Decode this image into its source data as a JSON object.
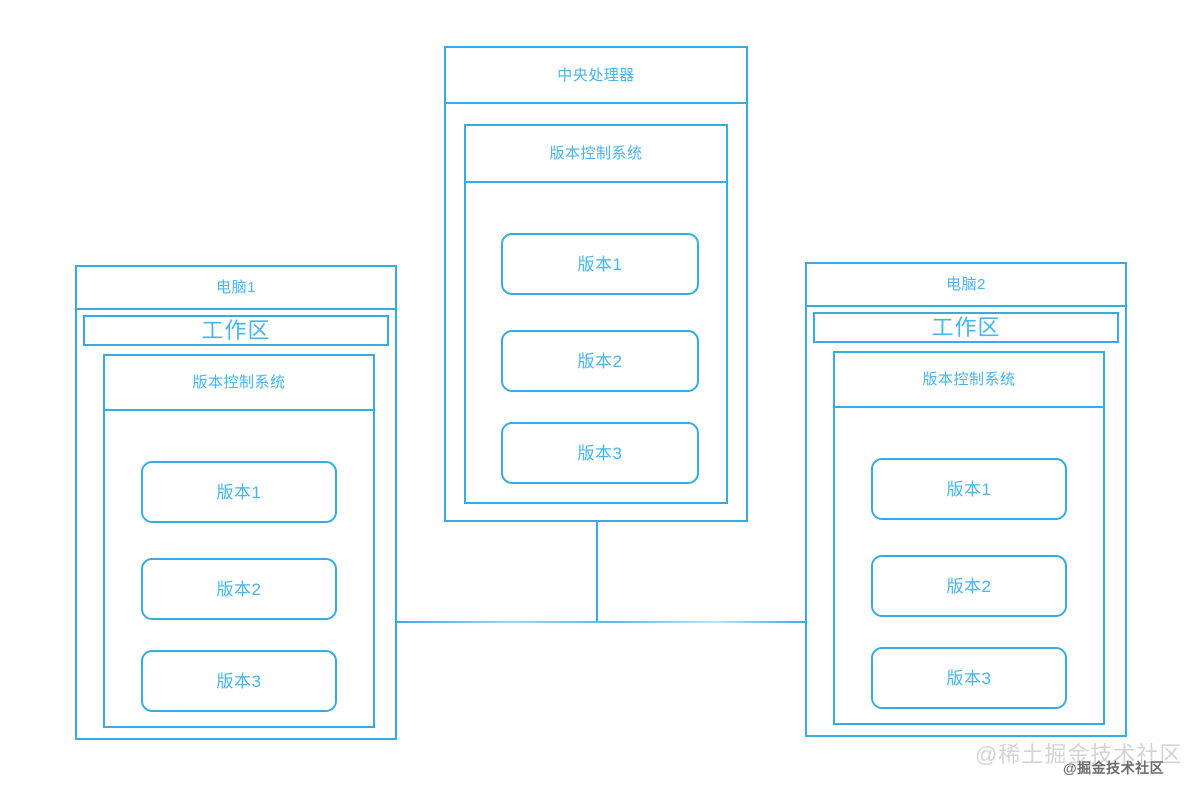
{
  "diagram": {
    "center": {
      "title": "中央处理器",
      "vcs_title": "版本控制系统",
      "versions": [
        "版本1",
        "版本2",
        "版本3"
      ]
    },
    "left": {
      "title": "电脑1",
      "workspace": "工作区",
      "vcs_title": "版本控制系统",
      "versions": [
        "版本1",
        "版本2",
        "版本3"
      ]
    },
    "right": {
      "title": "电脑2",
      "workspace": "工作区",
      "vcs_title": "版本控制系统",
      "versions": [
        "版本1",
        "版本2",
        "版本3"
      ]
    }
  },
  "watermarks": {
    "primary": "@稀土掘金技术社区",
    "secondary": "@掘金技术社区"
  },
  "colors": {
    "stroke": "#35ACE3",
    "text": "#45B6EE",
    "background": "#FFFFFF"
  }
}
